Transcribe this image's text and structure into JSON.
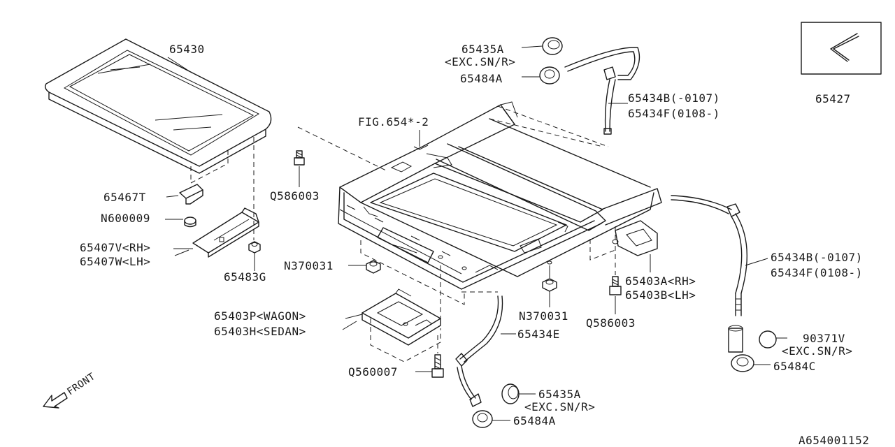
{
  "labels": {
    "p65430": "65430",
    "p65435A_top": "65435A",
    "exc_top": "<EXC.SN/R>",
    "p65484A_top": "65484A",
    "p65434B_top": "65434B(-0107)",
    "p65434F_top": "65434F(0108-)",
    "p65427": "65427",
    "fig": "FIG.654*-2",
    "q586003_left": "Q586003",
    "p65467T": "65467T",
    "n600009": "N600009",
    "p65407V": "65407V<RH>",
    "p65407W": "65407W<LH>",
    "p65483G": "65483G",
    "n370031_left": "N370031",
    "p65403P": "65403P<WAGON>",
    "p65403H": "65403H<SEDAN>",
    "q560007": "Q560007",
    "p65434E": "65434E",
    "n370031_right": "N370031",
    "q586003_right": "Q586003",
    "p65403A": "65403A<RH>",
    "p65403B": "65403B<LH>",
    "p65434B_right": "65434B(-0107)",
    "p65434F_right": "65434F(0108-)",
    "p90371V": "90371V",
    "exc_right": "<EXC.SN/R>",
    "p65484C": "65484C",
    "p65435A_bottom": "65435A",
    "exc_bottom": "<EXC.SN/R>",
    "p65484A_bottom": "65484A",
    "front": "FRONT",
    "diagram_id": "A654001152"
  },
  "colors": {
    "line": "#1a1a1a",
    "background": "#ffffff"
  },
  "icons": {
    "front_arrow": "front-arrow-icon"
  }
}
